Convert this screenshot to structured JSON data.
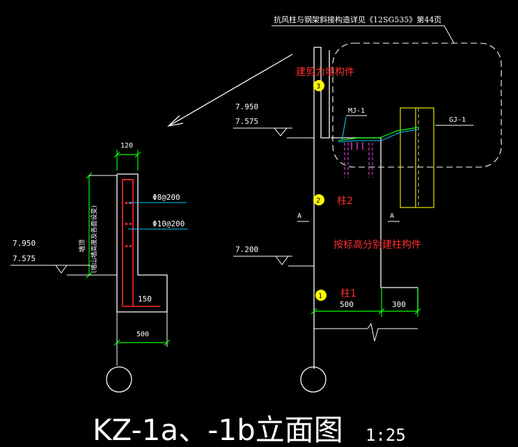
{
  "notes": {
    "top_reference": "抗风柱与钢架斜接构造详见《12SG535》第44页",
    "shear_wall_component": "建剪力墙构件",
    "column_2": "柱2",
    "elevation_split": "按标高分别建柱构件",
    "column_1": "柱1",
    "left_vertical_note_line1": "墙顶",
    "left_vertical_note_line2": "(墙山墙高度及各面设变)"
  },
  "markers": {
    "m1": "1",
    "m2": "2",
    "m3": "3"
  },
  "labels": {
    "mj": "MJ-1",
    "gj": "GJ-1",
    "section_a_left": "A",
    "section_a_right": "A"
  },
  "elevations": {
    "left_upper": "7.950",
    "left_lower": "7.575",
    "mid_upper": "7.950",
    "mid_lower": "7.575",
    "mid_low": "7.200"
  },
  "rebar": {
    "r1": "Φ8@200",
    "r2": "Φ10@200"
  },
  "dimensions": {
    "top_width": "120",
    "bottom_width": "500",
    "foot": "150",
    "col_500": "500",
    "col_300": "300"
  },
  "title": {
    "main": "KZ-1a、-1b立面图",
    "scale": "1:25"
  },
  "colors": {
    "line": "#ffffff",
    "rebar": "#ff2a2a",
    "dim": "#00ff00",
    "leader": "#00c8ff",
    "steel": "#e6e600",
    "bolt": "#d040d0",
    "marker": "#ffff00",
    "note": "#ff3030"
  }
}
